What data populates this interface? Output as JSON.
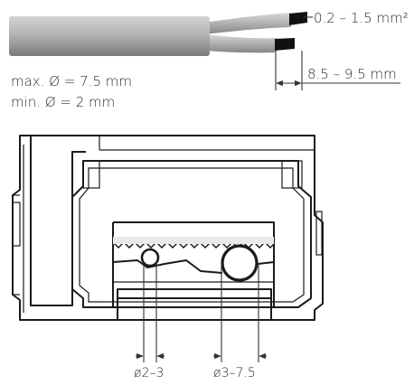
{
  "cable": {
    "conductor_cross_section": "0.2 – 1.5 mm²",
    "strip_length": "8.5 – 9.5 mm",
    "max_diameter": "max. Ø = 7.5 mm",
    "min_diameter": "min. Ø = 2 mm"
  },
  "device": {
    "small_opening": "ø2–3",
    "large_opening": "ø3–7.5"
  },
  "colors": {
    "sheath": "#9a9a9a",
    "insulation": "#a8a8a8",
    "conductor": "#111111",
    "outline": "#1a1a1a"
  }
}
